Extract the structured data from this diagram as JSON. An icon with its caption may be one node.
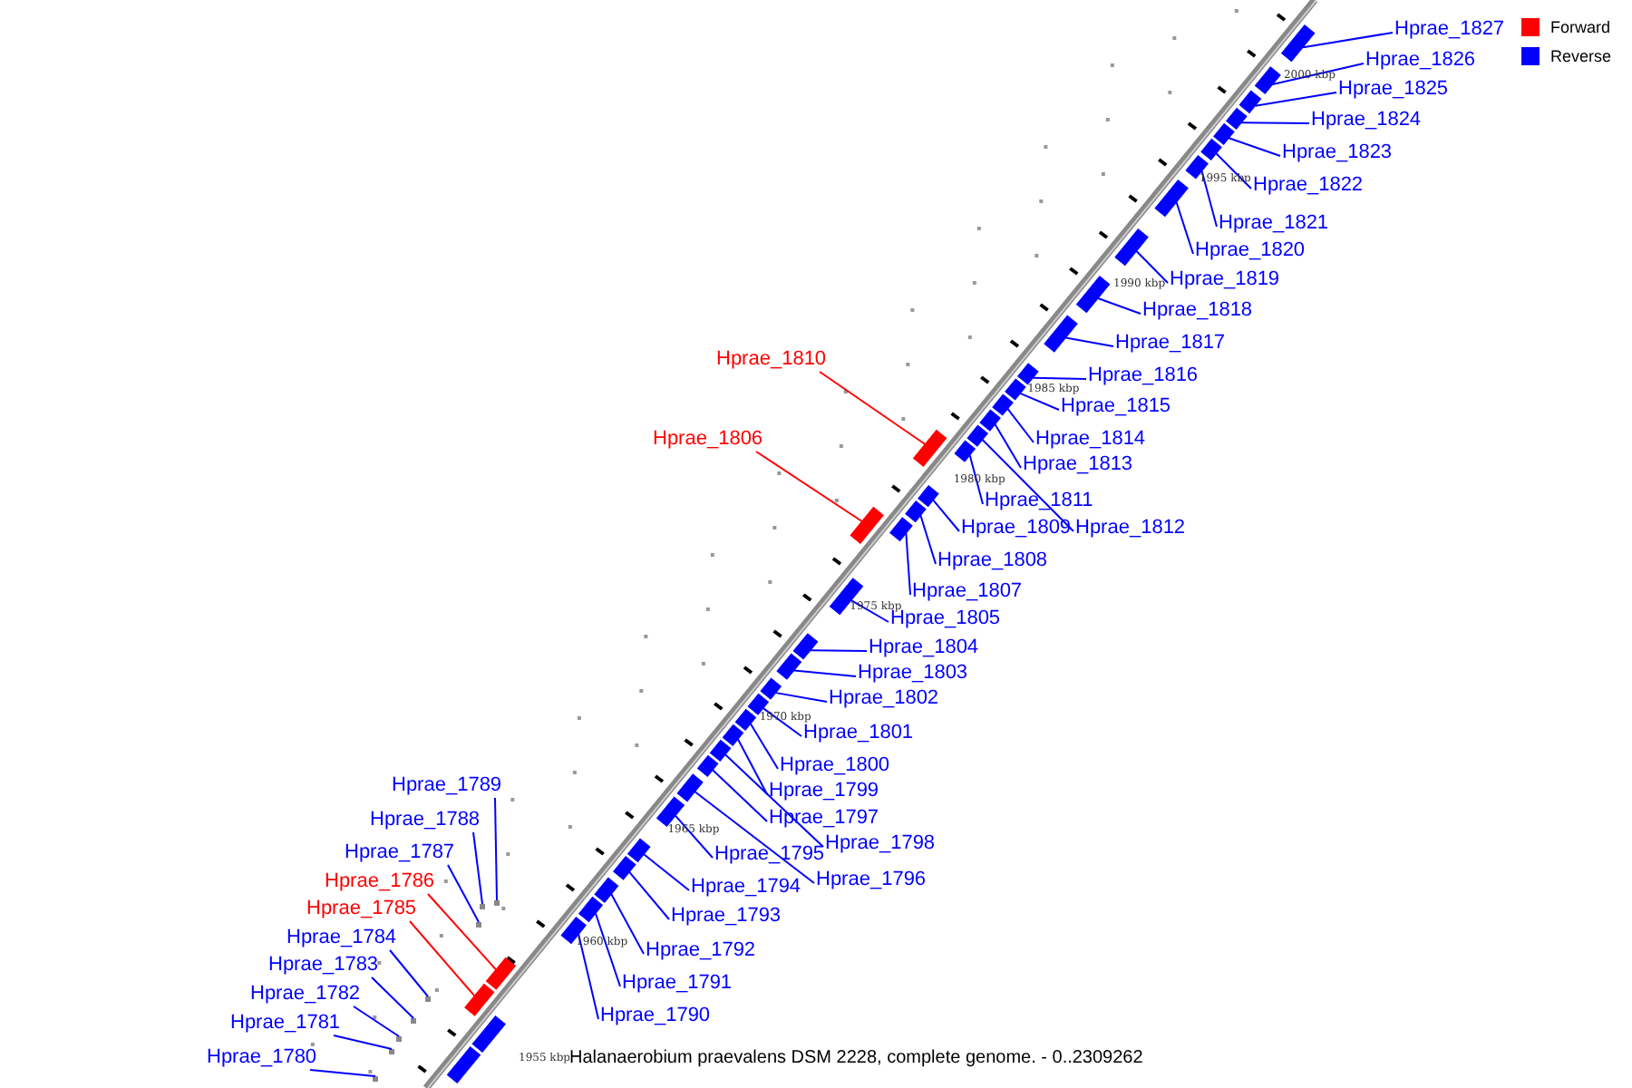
{
  "diagram": {
    "caption": "Halanaerobium praevalens DSM 2228, complete genome. - 0..2309262",
    "nodes": [
      {
        "text": [
          "Hprae_1827"
        ]
      },
      {
        "text": [
          "Hprae_1826"
        ]
      },
      {
        "text": [
          "Hprae_1825"
        ]
      },
      {
        "text": [
          "Hprae_1824"
        ]
      },
      {
        "text": [
          "Hprae_1823"
        ]
      },
      {
        "text": [
          "Hprae_1822"
        ]
      },
      {
        "text": [
          "Hprae_1821"
        ]
      },
      {
        "text": [
          "Hprae_1820"
        ]
      },
      {
        "text": [
          "Hprae_1819"
        ]
      },
      {
        "text": [
          "Hprae_1818"
        ]
      },
      {
        "text": [
          "Hprae_1817"
        ]
      },
      {
        "text": [
          "Hprae_1816"
        ]
      },
      {
        "text": [
          "Hprae_1815"
        ]
      },
      {
        "text": [
          "Hprae_1814"
        ]
      },
      {
        "text": [
          "Hprae_1813"
        ]
      },
      {
        "text": [
          "Hprae_1812"
        ]
      },
      {
        "text": [
          "Hprae_1811"
        ]
      },
      {
        "text": [
          "Hprae_1809"
        ]
      },
      {
        "text": [
          "Hprae_1808"
        ]
      },
      {
        "text": [
          "Hprae_1807"
        ]
      },
      {
        "text": [
          "Hprae_1805"
        ]
      },
      {
        "text": [
          "Hprae_1804"
        ]
      },
      {
        "text": [
          "Hprae_1803"
        ]
      },
      {
        "text": [
          "Hprae_1802"
        ]
      },
      {
        "text": [
          "Hprae_1801"
        ]
      },
      {
        "text": [
          "Hprae_1800"
        ]
      },
      {
        "text": [
          "Hprae_1799"
        ]
      },
      {
        "text": [
          "Hprae_1798"
        ]
      },
      {
        "text": [
          "Hprae_1797"
        ]
      },
      {
        "text": [
          "Hprae_1796"
        ]
      },
      {
        "text": [
          "Hprae_1795"
        ]
      },
      {
        "text": [
          "Hprae_1794"
        ]
      },
      {
        "text": [
          "Hprae_1793"
        ]
      },
      {
        "text": [
          "Hprae_1792"
        ]
      },
      {
        "text": [
          "Hprae_1791"
        ]
      },
      {
        "text": [
          "Hprae_1790"
        ]
      },
      {
        "text": [
          "Hprae_1810"
        ]
      },
      {
        "text": [
          "Hprae_1806"
        ]
      },
      {
        "text": [
          "Hprae_1789"
        ]
      },
      {
        "text": [
          "Hprae_1788"
        ]
      },
      {
        "text": [
          "Hprae_1787"
        ]
      },
      {
        "text": [
          "Hprae_1786"
        ]
      },
      {
        "text": [
          "Hprae_1785"
        ]
      },
      {
        "text": [
          "Hprae_1784"
        ]
      },
      {
        "text": [
          "Hprae_1783"
        ]
      },
      {
        "text": [
          "Hprae_1782"
        ]
      },
      {
        "text": [
          "Hprae_1781"
        ]
      },
      {
        "text": [
          "Hprae_1780"
        ]
      },
      {
        "text": [],
        "shape": "box"
      },
      {
        "text": [],
        "shape": "box"
      },
      {
        "text": [],
        "shape": "box"
      },
      {
        "text": [],
        "shape": "box"
      },
      {
        "text": [],
        "shape": "box"
      },
      {
        "text": [],
        "shape": "box"
      },
      {
        "text": [],
        "shape": "box"
      },
      {
        "text": [],
        "shape": "box"
      },
      {
        "text": [],
        "shape": "box"
      },
      {
        "text": [],
        "shape": "box"
      },
      {
        "text": [],
        "shape": "box"
      },
      {
        "text": [],
        "shape": "box"
      },
      {
        "text": [],
        "shape": "box"
      },
      {
        "text": [],
        "shape": "box"
      },
      {
        "text": [],
        "shape": "box"
      },
      {
        "text": [],
        "shape": "box"
      },
      {
        "text": [],
        "shape": "box"
      },
      {
        "text": [],
        "shape": "box"
      },
      {
        "text": [],
        "shape": "box"
      },
      {
        "text": [],
        "shape": "box"
      },
      {
        "text": [],
        "shape": "box"
      },
      {
        "text": [],
        "shape": "box"
      },
      {
        "text": [],
        "shape": "box"
      },
      {
        "text": [],
        "shape": "box"
      },
      {
        "text": [],
        "shape": "box"
      },
      {
        "text": [],
        "shape": "box"
      },
      {
        "text": [],
        "shape": "box"
      },
      {
        "text": [],
        "shape": "box"
      },
      {
        "text": [],
        "shape": "box"
      },
      {
        "text": [],
        "shape": "box"
      },
      {
        "text": [],
        "shape": "box"
      },
      {
        "text": [],
        "shape": "box"
      },
      {
        "text": [],
        "shape": "box"
      },
      {
        "text": [],
        "shape": "box"
      },
      {
        "text": [],
        "shape": "box"
      },
      {
        "text": [],
        "shape": "box"
      },
      {
        "text": [],
        "shape": "box"
      },
      {
        "text": [],
        "shape": "box"
      },
      {
        "text": [],
        "shape": "dot"
      },
      {
        "text": [],
        "shape": "dot"
      },
      {
        "text": [],
        "shape": "dot"
      },
      {
        "text": [],
        "shape": "box"
      },
      {
        "text": [],
        "shape": "box"
      },
      {
        "text": [],
        "shape": "dot"
      },
      {
        "text": [],
        "shape": "dot"
      },
      {
        "text": [],
        "shape": "dot"
      },
      {
        "text": [],
        "shape": "dot"
      },
      {
        "text": [],
        "shape": "dot"
      },
      {
        "text": [],
        "shape": "box"
      },
      {
        "text": [],
        "shape": "box"
      }
    ],
    "edges": [
      {
        "from": 0,
        "to": 48,
        "arrow": "none"
      },
      {
        "from": 1,
        "to": 49,
        "arrow": "none"
      },
      {
        "from": 2,
        "to": 50,
        "arrow": "none"
      },
      {
        "from": 3,
        "to": 51,
        "arrow": "none"
      },
      {
        "from": 4,
        "to": 52,
        "arrow": "none"
      },
      {
        "from": 5,
        "to": 53,
        "arrow": "none"
      },
      {
        "from": 6,
        "to": 54,
        "arrow": "none"
      },
      {
        "from": 7,
        "to": 55,
        "arrow": "none"
      },
      {
        "from": 8,
        "to": 56,
        "arrow": "none"
      },
      {
        "from": 9,
        "to": 57,
        "arrow": "none"
      },
      {
        "from": 10,
        "to": 58,
        "arrow": "none"
      },
      {
        "from": 11,
        "to": 59,
        "arrow": "none"
      },
      {
        "from": 12,
        "to": 60,
        "arrow": "none"
      },
      {
        "from": 13,
        "to": 61,
        "arrow": "none"
      },
      {
        "from": 14,
        "to": 62,
        "arrow": "none"
      },
      {
        "from": 15,
        "to": 63,
        "arrow": "none"
      },
      {
        "from": 16,
        "to": 64,
        "arrow": "none"
      },
      {
        "from": 17,
        "to": 65,
        "arrow": "none"
      },
      {
        "from": 18,
        "to": 66,
        "arrow": "none"
      },
      {
        "from": 19,
        "to": 67,
        "arrow": "none"
      },
      {
        "from": 20,
        "to": 68,
        "arrow": "none"
      },
      {
        "from": 21,
        "to": 69,
        "arrow": "none"
      },
      {
        "from": 22,
        "to": 70,
        "arrow": "none"
      },
      {
        "from": 23,
        "to": 71,
        "arrow": "none"
      },
      {
        "from": 24,
        "to": 72,
        "arrow": "none"
      },
      {
        "from": 25,
        "to": 73,
        "arrow": "none"
      },
      {
        "from": 26,
        "to": 74,
        "arrow": "none"
      },
      {
        "from": 27,
        "to": 75,
        "arrow": "none"
      },
      {
        "from": 28,
        "to": 76,
        "arrow": "none"
      },
      {
        "from": 29,
        "to": 77,
        "arrow": "none"
      },
      {
        "from": 30,
        "to": 78,
        "arrow": "none"
      },
      {
        "from": 31,
        "to": 79,
        "arrow": "none"
      },
      {
        "from": 32,
        "to": 80,
        "arrow": "none"
      },
      {
        "from": 33,
        "to": 81,
        "arrow": "none"
      },
      {
        "from": 34,
        "to": 82,
        "arrow": "none"
      },
      {
        "from": 35,
        "to": 83,
        "arrow": "none"
      },
      {
        "from": 36,
        "to": 84,
        "arrow": "none",
        "color": "#ff0000"
      },
      {
        "from": 37,
        "to": 85,
        "arrow": "none",
        "color": "#ff0000"
      },
      {
        "from": 38,
        "to": 86,
        "arrow": "none"
      },
      {
        "from": 39,
        "to": 87,
        "arrow": "none"
      },
      {
        "from": 40,
        "to": 88,
        "arrow": "none"
      },
      {
        "from": 41,
        "to": 89,
        "arrow": "none",
        "color": "#ff0000"
      },
      {
        "from": 42,
        "to": 90,
        "arrow": "none",
        "color": "#ff0000"
      },
      {
        "from": 43,
        "to": 91,
        "arrow": "none"
      },
      {
        "from": 44,
        "to": 92,
        "arrow": "none"
      },
      {
        "from": 45,
        "to": 93,
        "arrow": "none"
      },
      {
        "from": 46,
        "to": 94,
        "arrow": "none"
      },
      {
        "from": 47,
        "to": 95,
        "arrow": "none"
      }
    ],
    "labels": [
      "2000 kbp",
      "1995 kbp",
      "1990 kbp",
      "1985 kbp",
      "1980 kbp",
      "1975 kbp",
      "1970 kbp",
      "1965 kbp",
      "1960 kbp",
      "1955 kbp"
    ],
    "legend": [
      {
        "text": "Forward",
        "color": "#ff0000"
      },
      {
        "text": "Reverse",
        "color": "#0000ff"
      }
    ]
  }
}
